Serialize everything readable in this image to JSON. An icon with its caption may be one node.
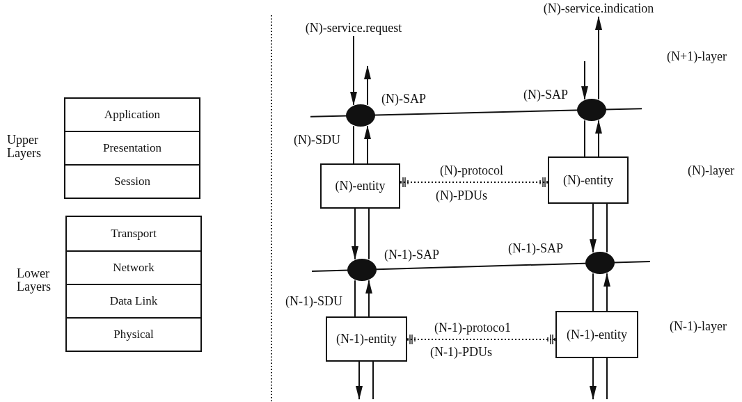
{
  "diagram": {
    "nodes": [
      {
        "text": [
          "Application"
        ]
      },
      {
        "text": [
          "Presentation"
        ]
      },
      {
        "text": [
          "Session"
        ]
      },
      {
        "text": [
          "Transport"
        ]
      },
      {
        "text": [
          "Network"
        ]
      },
      {
        "text": [
          "Data Link"
        ]
      },
      {
        "text": [
          "Physical"
        ]
      },
      {
        "text": [
          "(N)-service.request"
        ]
      },
      {
        "text": [
          "(N)-service.indication"
        ]
      },
      {
        "text": [],
        "shape": "circle",
        "beside": [
          "(N)-SAP"
        ]
      },
      {
        "text": [],
        "shape": "circle",
        "beside": [
          "(N)-SAP"
        ]
      },
      {
        "text": [
          "(N)-entity"
        ]
      },
      {
        "text": [
          "(N)-entity"
        ]
      },
      {
        "text": [],
        "shape": "circle",
        "beside": [
          "(N-1)-SAP"
        ]
      },
      {
        "text": [],
        "shape": "circle",
        "beside": [
          "(N-1)-SAP"
        ]
      },
      {
        "text": [
          "(N-1)-entity"
        ]
      },
      {
        "text": [
          "(N-1)-entity"
        ]
      }
    ],
    "edges": [
      {
        "from": 7,
        "to": 9,
        "arrow": "to"
      },
      {
        "from": 9,
        "to": null,
        "arrow": "to"
      },
      {
        "from": 9,
        "to": 11,
        "arrow": "none",
        "label": "(N)-SDU"
      },
      {
        "from": 11,
        "to": 9,
        "arrow": "to"
      },
      {
        "from": null,
        "to": 10,
        "arrow": "to"
      },
      {
        "from": 10,
        "to": 8,
        "arrow": "to"
      },
      {
        "from": 10,
        "to": 12,
        "arrow": "none"
      },
      {
        "from": 12,
        "to": 10,
        "arrow": "to"
      },
      {
        "from": 11,
        "to": 12,
        "arrow": "other",
        "style": "dashed",
        "label": "(N)-protocol"
      },
      {
        "from": 11,
        "to": 13,
        "arrow": "to"
      },
      {
        "from": 13,
        "to": 11,
        "arrow": "none"
      },
      {
        "from": 13,
        "to": 15,
        "arrow": "none",
        "label": "(N-1)-SDU"
      },
      {
        "from": 15,
        "to": 13,
        "arrow": "to"
      },
      {
        "from": 12,
        "to": 14,
        "arrow": "to"
      },
      {
        "from": 14,
        "to": 12,
        "arrow": "none"
      },
      {
        "from": 14,
        "to": 16,
        "arrow": "none"
      },
      {
        "from": 16,
        "to": 14,
        "arrow": "to"
      },
      {
        "from": 15,
        "to": 16,
        "arrow": "other",
        "style": "dashed",
        "label": "(N-1)-protoco1"
      },
      {
        "from": 15,
        "to": null,
        "arrow": "to"
      },
      {
        "from": 15,
        "to": null,
        "arrow": "none"
      },
      {
        "from": 16,
        "to": null,
        "arrow": "to"
      },
      {
        "from": 16,
        "to": null,
        "arrow": "none"
      }
    ],
    "labels": [
      "(N+1)-layer",
      "Upper Layers",
      "(N)-layer",
      "(N)-PDUs",
      "Lower Layers",
      "(N-1)-layer",
      "(N-1)-PDUs"
    ]
  }
}
